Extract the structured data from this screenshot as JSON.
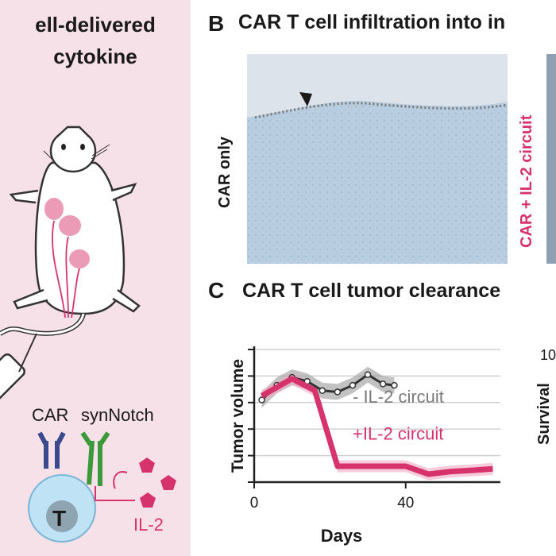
{
  "panel_a": {
    "title_line1": "ell-delivered",
    "title_line2": "cytokine",
    "label_car": "CAR",
    "label_synnotch": "synNotch",
    "label_t": "T",
    "label_il2": "IL-2"
  },
  "panel_b": {
    "letter": "B",
    "title": "CAR T cell infiltration into in",
    "label_car_only": "CAR only",
    "label_car_il2": "CAR + IL-2 circuit"
  },
  "panel_c": {
    "letter": "C",
    "title": "CAR T cell tumor clearance",
    "right_axis_partial": "10",
    "right_ylabel_partial": "Survival"
  },
  "colors": {
    "pink_bg": "#f7e1e8",
    "magenta": "#d6336c",
    "gray_series": "#8c8c8c",
    "dark_series": "#333333",
    "tissue_blue": "#b9cde0"
  },
  "chart_data": {
    "type": "line",
    "title": "",
    "xlabel": "Days",
    "ylabel": "Tumor volume",
    "xlim": [
      0,
      65
    ],
    "ylim": [
      0,
      10
    ],
    "xticks": [
      0,
      40
    ],
    "grid": "horizontal",
    "series": [
      {
        "name": "- IL-2 circuit",
        "color": "#444444",
        "x": [
          2,
          6,
          10,
          14,
          18,
          22,
          26,
          30,
          34,
          37
        ],
        "y": [
          6.2,
          7.3,
          7.9,
          7.6,
          6.9,
          6.8,
          7.3,
          8.1,
          7.4,
          7.3
        ]
      },
      {
        "name": "+IL-2 circuit",
        "color": "#d6336c",
        "x": [
          2,
          10,
          16,
          22,
          28,
          34,
          40,
          46,
          52,
          58,
          63
        ],
        "y": [
          6.5,
          7.8,
          6.9,
          1.2,
          1.2,
          1.2,
          1.2,
          0.6,
          0.8,
          0.9,
          1.0
        ]
      }
    ]
  }
}
